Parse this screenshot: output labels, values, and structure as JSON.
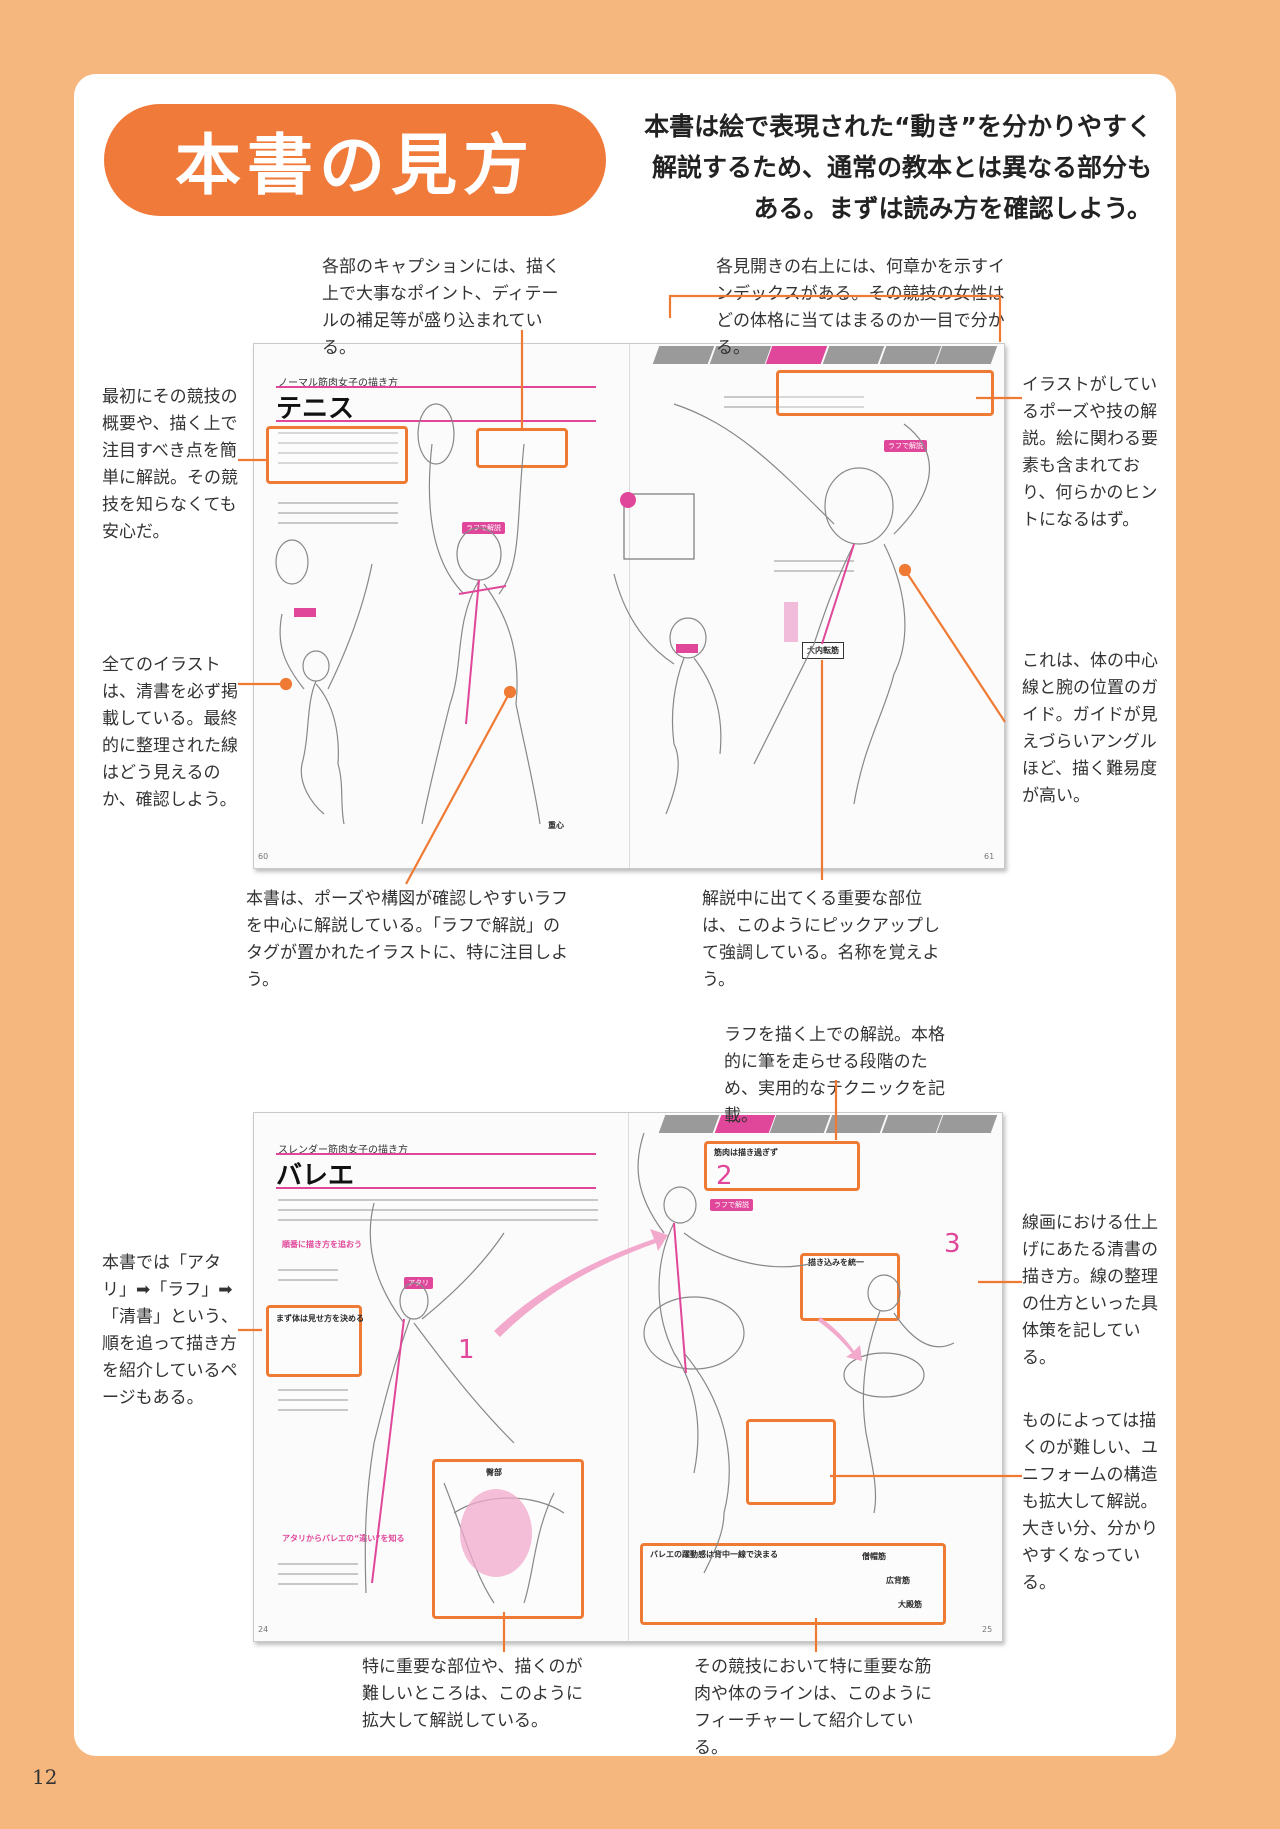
{
  "title": "本書の見方",
  "intro": "本書は絵で表現された“動き”を分かりやすく解説するため、通常の教本とは異なる部分もある。まずは読み方を確認しよう。",
  "notes": {
    "caption_top": "各部のキャプションには、描く上で大事なポイント、ディテールの補足等が盛り込まれている。",
    "index_top": "各見開きの右上には、何章かを示すインデックスがある。その競技の女性はどの体格に当てはまるのか一目で分かる。",
    "left_overview": "最初にその競技の概要や、描く上で注目すべき点を簡単に解説。その競技を知らなくても安心だ。",
    "left_clean": "全てのイラストは、清書を必ず掲載している。最終的に整理された線はどう見えるのか、確認しよう。",
    "right_pose": "イラストがしているポーズや技の解説。絵に関わる要素も含まれており、何らかのヒントになるはず。",
    "right_guide": "これは、体の中心線と腕の位置のガイド。ガイドが見えづらいアングルほど、描く難易度が高い。",
    "bottom_rough": "本書は、ポーズや構図が確認しやすいラフを中心に解説している。「ラフで解説」のタグが置かれたイラストに、特に注目しよう。",
    "bottom_parts": "解説中に出てくる重要な部位は、このようにピックアップして強調している。名称を覚えよう。",
    "rough_technique": "ラフを描く上での解説。本格的に筆を走らせる段階のため、実用的なテクニックを記載。",
    "left_order": "本書では「アタリ」➡「ラフ」➡「清書」という、順を追って描き方を紹介しているページもある。",
    "right_clean": "線画における仕上げにあたる清書の描き方。線の整理の仕方といった具体策を記している。",
    "right_uniform": "ものによっては描くのが難しい、ユニフォームの構造も拡大して解説。大きい分、分かりやすくなっている。",
    "bottom_zoom": "特に重要な部位や、描くのが難しいところは、このように拡大して解説している。",
    "bottom_muscle": "その競技において特に重要な筋肉や体のラインは、このようにフィーチャーして紹介している。"
  },
  "spread1": {
    "subtitle": "ノーマル筋肉女子の描き方",
    "heading": "テニス",
    "tags": [
      "ラフで解説",
      "ラフで解説"
    ],
    "part_label": "大内転筋",
    "center_label": "重心",
    "page_left": "60",
    "page_right": "61"
  },
  "spread2": {
    "subtitle": "スレンダー筋肉女子の描き方",
    "heading": "バレエ",
    "steps": [
      "1",
      "2",
      "3"
    ],
    "step_tags": [
      "アタリ",
      "ラフで解説"
    ],
    "box_rough": "筋肉は描き過ぎず",
    "box_clean": "描き込みを統一",
    "box_feature": "バレエの躍動感は背中一線で決まる",
    "zoom_label": "臀部",
    "muscle_labels": [
      "僧帽筋",
      "広背筋",
      "大殿筋"
    ],
    "side_heading": "順番に描き方を追おう",
    "side_box": "まず体は見せ方を決める",
    "side_heading2": "アタリからバレエの“違い”を知る",
    "page_left": "24",
    "page_right": "25"
  },
  "page_number": "12",
  "colors": {
    "background": "#f6b77f",
    "accent": "#f07a3a",
    "pink": "#e0479a"
  }
}
